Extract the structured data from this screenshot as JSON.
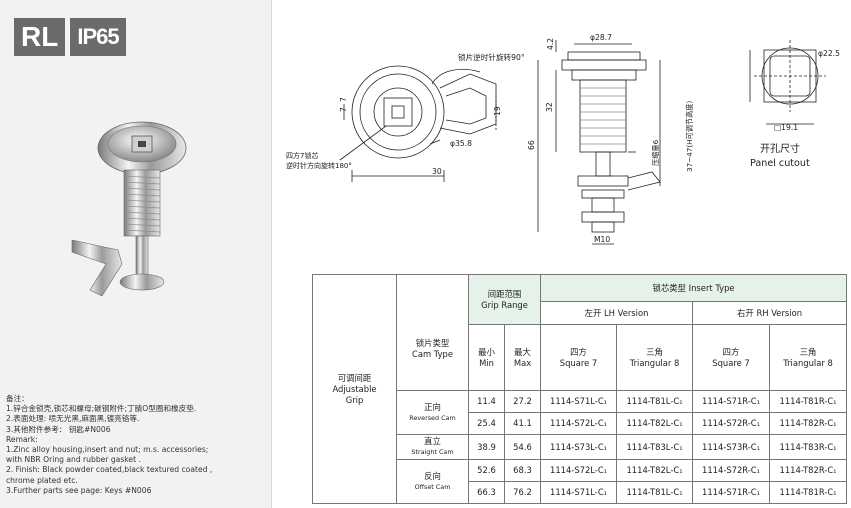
{
  "header": {
    "model": "RL",
    "rating": "IP65"
  },
  "remarks": [
    "备注：",
    "1.锌合金锁壳,锁芯和螺母;碳钢附件;丁腈O型圈和橡皮垫.",
    "2.表面处理: 喷无光黑,麻面黑,镀亮铬等.",
    "3.其他附件参考： 钥匙#N006",
    "Remark:",
    "1.Zinc alloy housing,insert and nut; m.s. accessories;",
    "with NBR Oring and rubber gasket .",
    "2. Finish: Black powder coated,black textured coated ,",
    "chrome plated etc.",
    "3.Further parts see page: Keys #N006"
  ],
  "drawing": {
    "rotate_note": "锁片逆时针旋转90°",
    "key_note_1": "四方7锁芯",
    "key_note_2": "逆时针方向旋转180°",
    "dia_35_8": "φ35.8",
    "dim_30": "30",
    "dim_19": "19",
    "dim_7": "7",
    "dim_7b": "7",
    "dim_4_2": "4.2",
    "dia_28_7": "φ28.7",
    "dim_32": "32",
    "dim_66": "66",
    "compress": "压缩量6",
    "adjust": "37~47(H可调节高度)",
    "thread": "M10",
    "dia_22_5": "φ22.5",
    "sq_19_1": "□19.1",
    "cutout_cn": "开孔尺寸",
    "cutout_en": "Panel cutout"
  },
  "table": {
    "grip_range_cn": "间距范围",
    "grip_range_en": "Grip Range",
    "insert_type": "锁芯类型 Insert Type",
    "lh": "左开 LH Version",
    "rh": "右开 RH Version",
    "adjustable_cn": "可调间距",
    "adjustable_en_1": "Adjustable",
    "adjustable_en_2": "Grip",
    "cam_type_cn": "锁片类型",
    "cam_type_en": "Cam Type",
    "min_cn": "最小",
    "min_en": "Min",
    "max_cn": "最大",
    "max_en": "Max",
    "sq_cn": "四方",
    "sq_en": "Square 7",
    "tri_cn": "三角",
    "tri_en": "Triangular 8",
    "groups": [
      {
        "cn": "正向",
        "en": "Reversed Cam"
      },
      {
        "cn": "直立",
        "en": "Straight Cam"
      },
      {
        "cn": "反向",
        "en": "Offset Cam"
      }
    ],
    "rows": [
      [
        "11.4",
        "27.2",
        "1114-S71L-C₁",
        "1114-T81L-C₁",
        "1114-S71R-C₁",
        "1114-T81R-C₁"
      ],
      [
        "25.4",
        "41.1",
        "1114-S72L-C₁",
        "1114-T82L-C₁",
        "1114-S72R-C₁",
        "1114-T82R-C₁"
      ],
      [
        "38.9",
        "54.6",
        "1114-S73L-C₁",
        "1114-T83L-C₁",
        "1114-S73R-C₁",
        "1114-T83R-C₁"
      ],
      [
        "52.6",
        "68.3",
        "1114-S72L-C₁",
        "1114-T82L-C₁",
        "1114-S72R-C₁",
        "1114-T82R-C₁"
      ],
      [
        "66.3",
        "76.2",
        "1114-S71L-C₁",
        "1114-T81L-C₁",
        "1114-S71R-C₁",
        "1114-T81R-C₁"
      ]
    ]
  }
}
